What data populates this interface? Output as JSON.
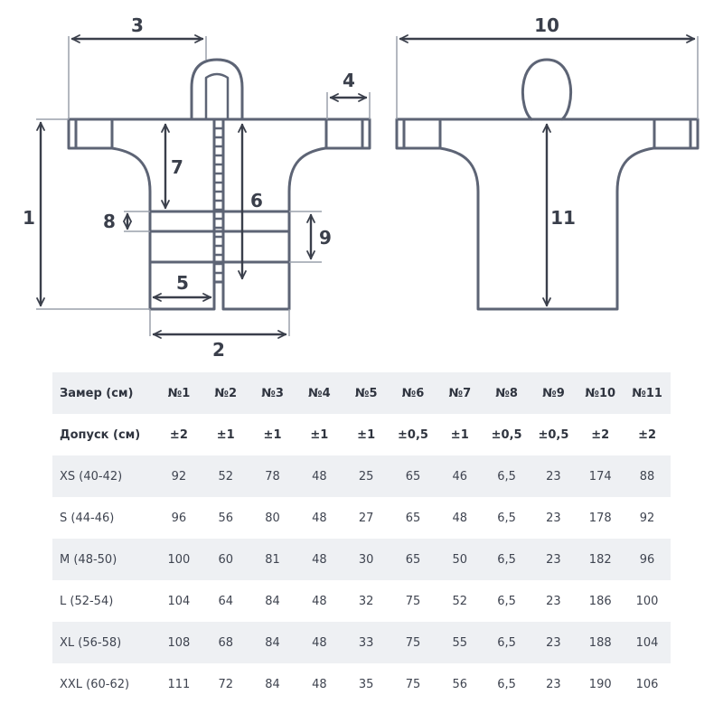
{
  "diagram": {
    "labels": {
      "m1": "1",
      "m2": "2",
      "m3": "3",
      "m4": "4",
      "m5": "5",
      "m6": "6",
      "m7": "7",
      "m8": "8",
      "m9": "9",
      "m10": "10",
      "m11": "11"
    }
  },
  "table": {
    "header": [
      "Замер (см)",
      "№1",
      "№2",
      "№3",
      "№4",
      "№5",
      "№6",
      "№7",
      "№8",
      "№9",
      "№10",
      "№11"
    ],
    "tolerance": [
      "Допуск (см)",
      "±2",
      "±1",
      "±1",
      "±1",
      "±1",
      "±0,5",
      "±1",
      "±0,5",
      "±0,5",
      "±2",
      "±2"
    ],
    "rows": [
      [
        "XS (40-42)",
        "92",
        "52",
        "78",
        "48",
        "25",
        "65",
        "46",
        "6,5",
        "23",
        "174",
        "88"
      ],
      [
        "S (44-46)",
        "96",
        "56",
        "80",
        "48",
        "27",
        "65",
        "48",
        "6,5",
        "23",
        "178",
        "92"
      ],
      [
        "M (48-50)",
        "100",
        "60",
        "81",
        "48",
        "30",
        "65",
        "50",
        "6,5",
        "23",
        "182",
        "96"
      ],
      [
        "L (52-54)",
        "104",
        "64",
        "84",
        "48",
        "32",
        "75",
        "52",
        "6,5",
        "23",
        "186",
        "100"
      ],
      [
        "XL (56-58)",
        "108",
        "68",
        "84",
        "48",
        "33",
        "75",
        "55",
        "6,5",
        "23",
        "188",
        "104"
      ],
      [
        "XXL (60-62)",
        "111",
        "72",
        "84",
        "48",
        "35",
        "75",
        "56",
        "6,5",
        "23",
        "190",
        "106"
      ]
    ]
  },
  "colors": {
    "outline": "#5d6475",
    "arrow": "#3a3f4b",
    "row_shade": "#eef0f3"
  }
}
